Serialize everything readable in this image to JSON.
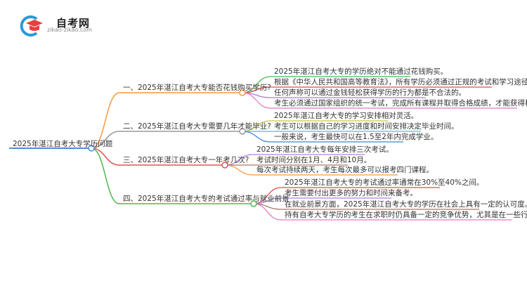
{
  "logo": {
    "name": "自考网",
    "url": "zikao-zikao.com"
  },
  "root": {
    "label": "2025年湛江自考大专学历问题",
    "color": "#4a8fd4"
  },
  "branches": [
    {
      "label": "一、2025年湛江自考大专能否花钱购买学历?",
      "color": "#f7993c",
      "leaves": [
        {
          "text": "2025年湛江自考大专的学历绝对不能通过花钱购买。",
          "color": "#4cbb4c"
        },
        {
          "text": "根据《中华人民共和国高等教育法》，所有学历必须通过正规的考试和学习途径获得。",
          "color": "#e84848"
        },
        {
          "text": "任何声称可以通过金钱轻松获得学历的行为都是不合法的。",
          "color": "#a77dd8"
        },
        {
          "text": "考生必须通过国家组织的统一考试，完成所有课程并取得合格成绩，才能获得相应的学历证书。",
          "color": "#e878c8"
        }
      ]
    },
    {
      "label": "二、2025年湛江自考大专需要几年才能毕业?",
      "color": "#999999",
      "leaves": [
        {
          "text": "2025年湛江自考大专的学习安排相对灵活。",
          "color": "#c8c83c"
        },
        {
          "text": "考生可以根据自己的学习进度和时间安排决定毕业时间。",
          "color": "#3cc8d8"
        },
        {
          "text": "一般来说，考生最快可以在1.5至2年内完成学业。",
          "color": "#3c88d0"
        }
      ]
    },
    {
      "label": "三、2025年湛江自考大专一年考几次?",
      "color": "#e85050",
      "leaves": [
        {
          "text": "2025年湛江自考大专每年安排三次考试。",
          "color": "#b07ee0"
        },
        {
          "text": "考试时间分别在1月、4月和10月。",
          "color": "#a87868"
        },
        {
          "text": "每次考试持续两天，考生每次最多可以报考四门课程。",
          "color": "#f7993c"
        }
      ]
    },
    {
      "label": "四、2025年湛江自考大专的考试通过率与就业前景",
      "color": "#4cbb4c",
      "leaves": [
        {
          "text": "2025年湛江自考大专的考试通过率通常在30%至40%之间。",
          "color": "#e84848"
        },
        {
          "text": "考生需要付出更多的努力和时间来备考。",
          "color": "#b07ee0"
        },
        {
          "text": "在就业前景方面，2025年湛江自考大专的学历在社会上具有一定的认可度。",
          "color": "#a87868"
        },
        {
          "text": "持有自考大专学历的考生在求职时仍具备一定的竞争优势，尤其是在一些行业和岗位中。",
          "color": "#e878c8"
        }
      ]
    }
  ]
}
